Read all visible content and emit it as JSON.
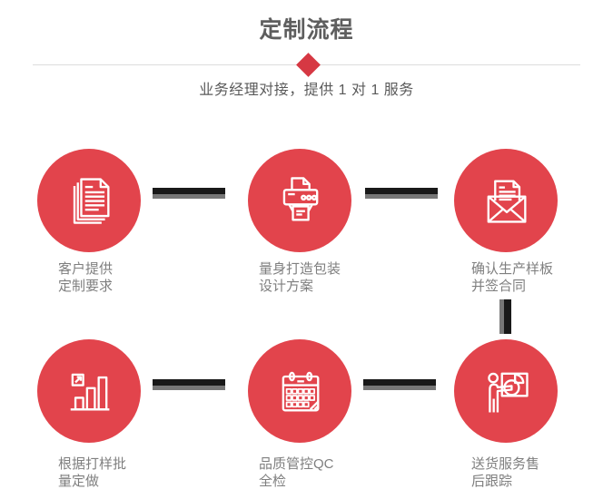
{
  "header": {
    "title": "定制流程",
    "subtitle": "业务经理对接，提供 1 对 1 服务"
  },
  "theme": {
    "title_color": "#5e5e5e",
    "subtitle_color": "#5a5a5a",
    "label_color": "#7f7f7f",
    "circle_color": "#e2444c",
    "diamond_color": "#d63843",
    "divider_color": "#dcdcdc",
    "connector_dark": "#191919",
    "connector_gray": "#777777",
    "icon_color": "#ffffff"
  },
  "steps": [
    {
      "icon": "documents-icon",
      "line1": "客户提供",
      "line2": "定制要求"
    },
    {
      "icon": "printer-icon",
      "line1": "量身打造包装",
      "line2": "设计方案"
    },
    {
      "icon": "envelope-icon",
      "line1": "确认生产样板",
      "line2": "并签合同"
    },
    {
      "icon": "bar-chart-icon",
      "line1": "根据打样批",
      "line2": "量定做"
    },
    {
      "icon": "calendar-icon",
      "line1": "品质管控QC",
      "line2": "全检"
    },
    {
      "icon": "presentation-icon",
      "line1": "送货服务售",
      "line2": "后跟踪"
    }
  ]
}
